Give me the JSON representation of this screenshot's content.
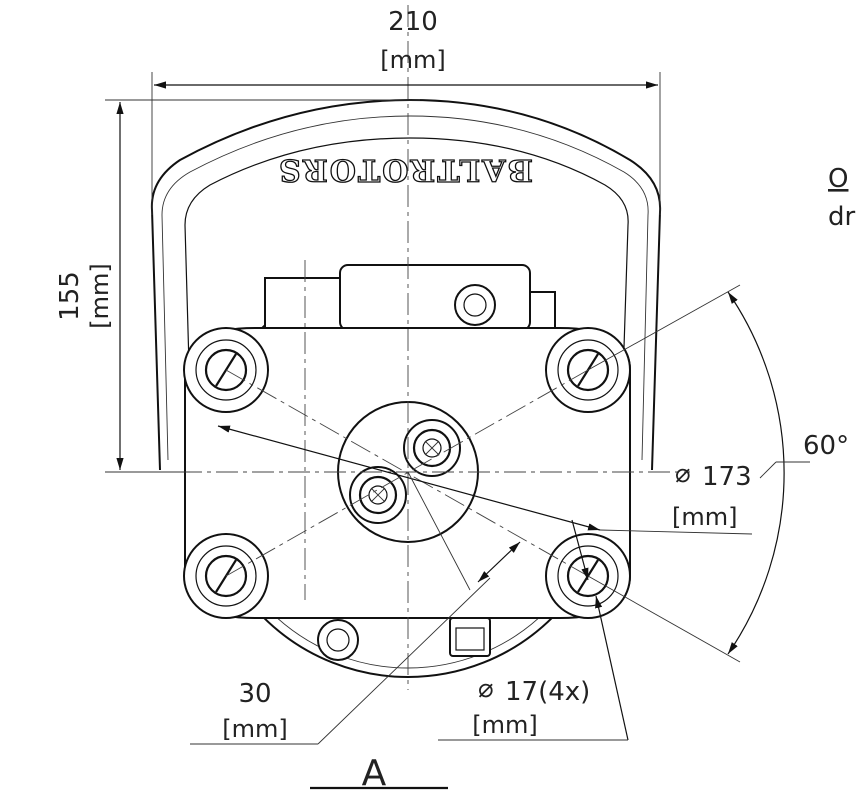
{
  "drawing": {
    "brand": "BALTROTORS",
    "dimensions": {
      "width_value": "210",
      "width_unit": "[mm]",
      "height_value": "155",
      "height_unit": "[mm]",
      "angle": "60°",
      "pitch_diameter_symbol": "⌀",
      "pitch_diameter_value": "173",
      "pitch_diameter_unit": "[mm]",
      "offset_value": "30",
      "offset_unit": "[mm]",
      "hole_diameter_symbol": "⌀",
      "hole_diameter_value": "17(4x)",
      "hole_diameter_unit": "[mm]"
    },
    "view_label": "A",
    "cut_text_line1": "O",
    "cut_text_line2": "dr"
  }
}
